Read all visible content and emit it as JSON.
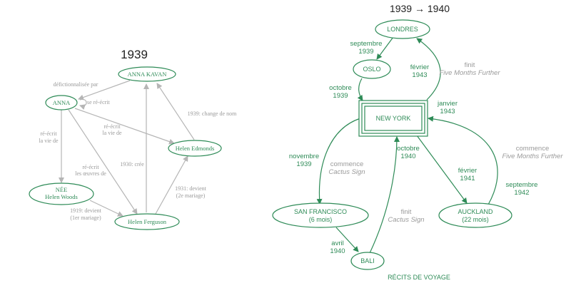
{
  "left": {
    "title": "1939",
    "nodes": {
      "anna_kavan": "ANNA KAVAN",
      "anna": "ANNA",
      "helen_edmonds": "Helen Edmonds",
      "nee_l1": "NÉE",
      "nee_l2": "Helen Woods",
      "helen_ferguson": "Helen Ferguson"
    },
    "labels": {
      "defictionnalisee": "défictionnalisée par",
      "se_reecrit": "se ré-écrit",
      "reecrit_vie_1_l1": "ré-écrit",
      "reecrit_vie_1_l2": "la vie de",
      "reecrit_vie_2_l1": "ré-écrit",
      "reecrit_vie_2_l2": "la vie de",
      "reecrit_oeuvres_l1": "ré-écrit",
      "reecrit_oeuvres_l2": "les œuvres de",
      "cree": "1930: crée",
      "change_nom": "1939: change de nom",
      "devient1_l1": "1919: devient",
      "devient1_l2": "(1er mariage)",
      "devient2_l1": "1931: devient",
      "devient2_l2": "(2e mariage)"
    }
  },
  "right": {
    "title": "1939 → 1940",
    "nodes": {
      "londres": "LONDRES",
      "oslo": "OSLO",
      "new_york": "NEW YORK",
      "san_francisco_l1": "SAN FRANCISCO",
      "san_francisco_l2": "(6 mois)",
      "bali": "BALI",
      "auckland_l1": "AUCKLAND",
      "auckland_l2": "(22 mois)"
    },
    "labels": {
      "sept1939_l1": "septembre",
      "sept1939_l2": "1939",
      "oct1939_l1": "octobre",
      "oct1939_l2": "1939",
      "fev1943_l1": "février",
      "fev1943_l2": "1943",
      "finit1_l1": "finit",
      "finit1_l2": "Five Months Further",
      "jan1943_l1": "janvier",
      "jan1943_l2": "1943",
      "nov1939_l1": "novembre",
      "nov1939_l2": "1939",
      "commence1_l1": "commence",
      "commence1_l2": "Cactus Sign",
      "oct1940_l1": "octobre",
      "oct1940_l2": "1940",
      "fev1941_l1": "février",
      "fev1941_l2": "1941",
      "commence2_l1": "commence",
      "commence2_l2": "Five Months Further",
      "sept1942_l1": "septembre",
      "sept1942_l2": "1942",
      "finit2_l1": "finit",
      "finit2_l2": "Cactus Sign",
      "avril1940_l1": "avril",
      "avril1940_l2": "1940",
      "recits": "RÉCITS DE VOYAGE"
    }
  },
  "colors": {
    "green": "#2e8b57",
    "gray_edge": "#b5b5b5",
    "gray_text": "#9a9a9a"
  }
}
